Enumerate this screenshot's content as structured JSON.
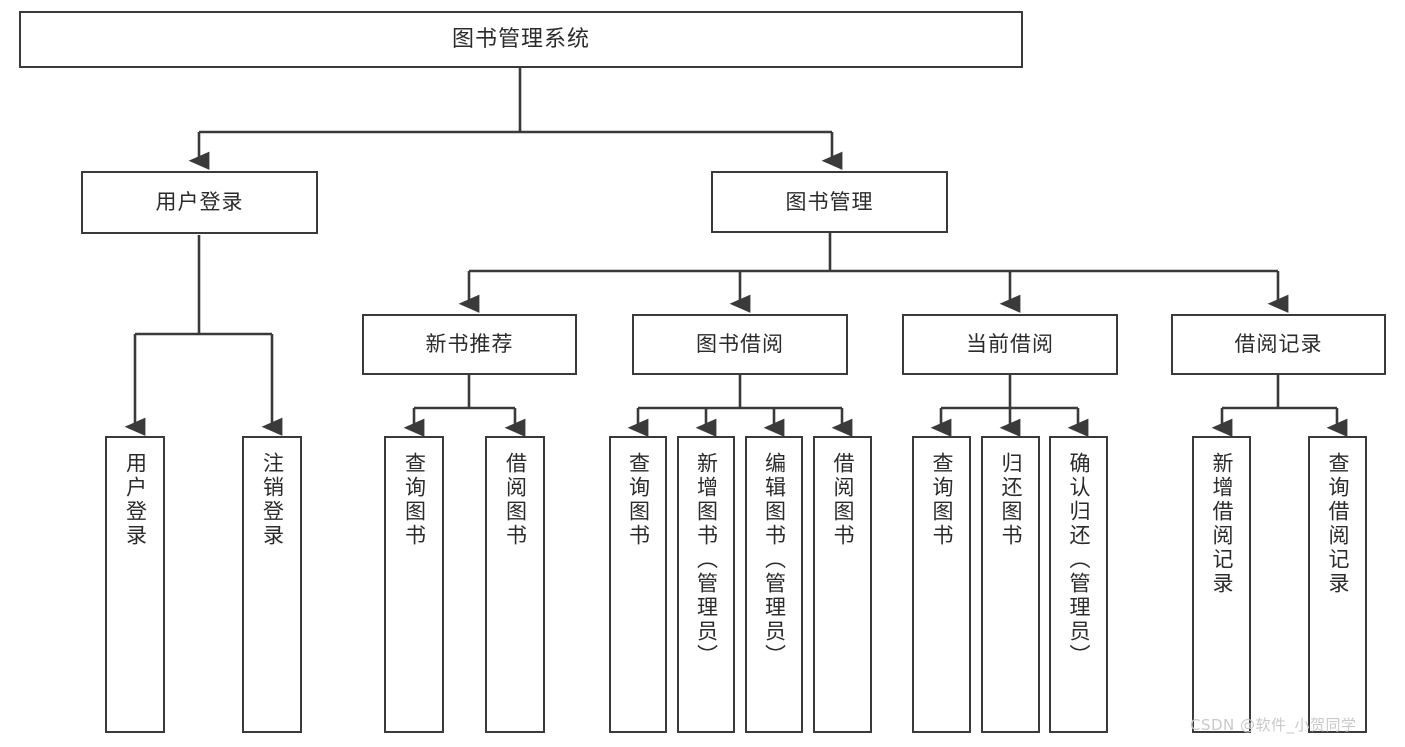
{
  "diagram": {
    "type": "tree",
    "title": "图书管理系统",
    "orientation": "top-down",
    "box_fill": "#ffffff",
    "box_stroke": "#3a3a3a",
    "edge_color": "#3a3a3a",
    "nodes": {
      "root": {
        "label": "图书管理系统",
        "level": 0
      },
      "user_login": {
        "label": "用户登录",
        "level": 1
      },
      "book_manage": {
        "label": "图书管理",
        "level": 1
      },
      "new_book_rec": {
        "label": "新书推荐",
        "level": 2
      },
      "book_borrow": {
        "label": "图书借阅",
        "level": 2
      },
      "current_borrow": {
        "label": "当前借阅",
        "level": 2
      },
      "borrow_record": {
        "label": "借阅记录",
        "level": 2
      },
      "leaf_user_login": {
        "label": "用户登录",
        "level": 2
      },
      "leaf_user_logout": {
        "label": "注销登录",
        "level": 2
      },
      "leaf_query_book_1": {
        "label": "查询图书",
        "level": 3
      },
      "leaf_borrow_book_1": {
        "label": "借阅图书",
        "level": 3
      },
      "leaf_query_book_2": {
        "label": "查询图书",
        "level": 3
      },
      "leaf_add_book": {
        "label": "新增图书（管理员）",
        "level": 3
      },
      "leaf_edit_book": {
        "label": "编辑图书（管理员）",
        "level": 3
      },
      "leaf_borrow_book_2": {
        "label": "借阅图书",
        "level": 3
      },
      "leaf_query_book_3": {
        "label": "查询图书",
        "level": 3
      },
      "leaf_return_book": {
        "label": "归还图书",
        "level": 3
      },
      "leaf_confirm_return": {
        "label": "确认归还（管理员）",
        "level": 3
      },
      "leaf_add_record": {
        "label": "新增借阅记录",
        "level": 3
      },
      "leaf_query_record": {
        "label": "查询借阅记录",
        "level": 3
      }
    },
    "edges": [
      {
        "from": "root",
        "to": "user_login"
      },
      {
        "from": "root",
        "to": "book_manage"
      },
      {
        "from": "user_login",
        "to": "leaf_user_login"
      },
      {
        "from": "user_login",
        "to": "leaf_user_logout"
      },
      {
        "from": "book_manage",
        "to": "new_book_rec"
      },
      {
        "from": "book_manage",
        "to": "book_borrow"
      },
      {
        "from": "book_manage",
        "to": "current_borrow"
      },
      {
        "from": "book_manage",
        "to": "borrow_record"
      },
      {
        "from": "new_book_rec",
        "to": "leaf_query_book_1"
      },
      {
        "from": "new_book_rec",
        "to": "leaf_borrow_book_1"
      },
      {
        "from": "book_borrow",
        "to": "leaf_query_book_2"
      },
      {
        "from": "book_borrow",
        "to": "leaf_add_book"
      },
      {
        "from": "book_borrow",
        "to": "leaf_edit_book"
      },
      {
        "from": "book_borrow",
        "to": "leaf_borrow_book_2"
      },
      {
        "from": "current_borrow",
        "to": "leaf_query_book_3"
      },
      {
        "from": "current_borrow",
        "to": "leaf_return_book"
      },
      {
        "from": "current_borrow",
        "to": "leaf_confirm_return"
      },
      {
        "from": "borrow_record",
        "to": "leaf_add_record"
      },
      {
        "from": "borrow_record",
        "to": "leaf_query_record"
      }
    ]
  },
  "watermark": {
    "text": "CSDN @软件_小贺同学"
  }
}
